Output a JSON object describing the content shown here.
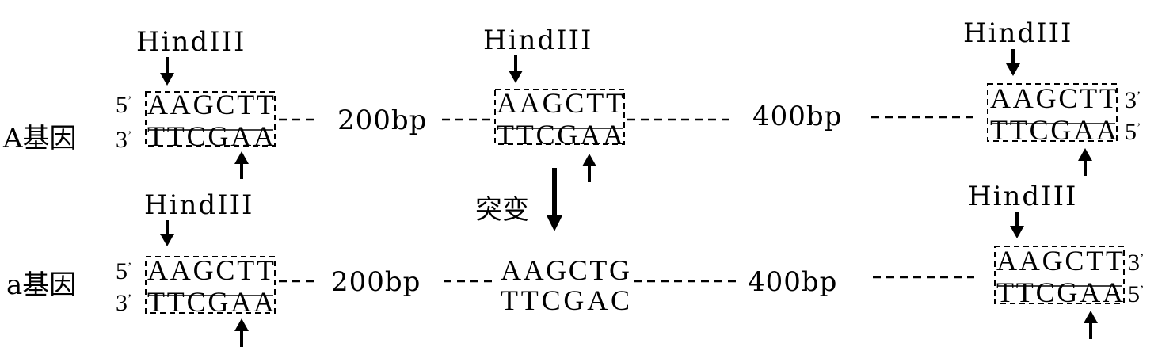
{
  "rows": [
    {
      "label": "A基因",
      "strand_top_end": "5",
      "strand_bottom_end": "3",
      "right_top_end": "3",
      "right_bottom_end": "5",
      "sites": [
        {
          "enzyme": "HindIII",
          "top": "AAGCTT",
          "bottom": "TTCGAA",
          "boxed": true
        },
        {
          "enzyme": "HindIII",
          "top": "AAGCTT",
          "bottom": "TTCGAA",
          "boxed": true
        },
        {
          "enzyme": "HindIII",
          "top": "AAGCTT",
          "bottom": "TTCGAA",
          "boxed": true
        }
      ],
      "spacers": [
        "200bp",
        "400bp"
      ]
    },
    {
      "label": "a基因",
      "strand_top_end": "5",
      "strand_bottom_end": "3",
      "right_top_end": "3",
      "right_bottom_end": "5",
      "sites": [
        {
          "enzyme": "HindIII",
          "top": "AAGCTT",
          "bottom": "TTCGAA",
          "boxed": true
        },
        {
          "enzyme": "",
          "top": "AAGCTG",
          "bottom": "TTCGAC",
          "boxed": false
        },
        {
          "enzyme": "HindIII",
          "top": "AAGCTT",
          "bottom": "TTCGAA",
          "boxed": true
        }
      ],
      "spacers": [
        "200bp",
        "400bp"
      ]
    }
  ],
  "mutation_label": "突变",
  "prime_mark": "’"
}
